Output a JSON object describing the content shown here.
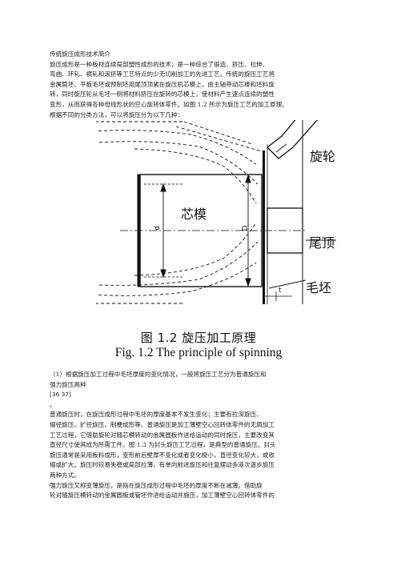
{
  "intro": {
    "lines": [
      "传统旋压成形技术简介",
      "旋压成形是一种板材连续局部塑性成形的技术；是一种综合了锻造、挤压、拉伸、",
      "弯曲、环轧、横轧和滚挤等工艺特点的少无切削加工的先进工艺。传统的旋压工艺将",
      "金属筒坯、平板毛坯或预制坯用尾顶顶紧在旋压机芯模上，由主轴带动芯棒和坯料旋",
      "转，同时旋压轮从毛坯一侧将材料挤压在旋转的芯模上，使材料产生逐点连续的塑性",
      "变形，从而获得各种母线形状的空心旋转体零件。如图  1.2  所示为旋压工艺的加工原理。",
      "根据不同的分类方法，可以将旋压分为以下几种："
    ]
  },
  "figure": {
    "labels": {
      "mandrel": "芯模",
      "roller": "旋轮",
      "tailstock": "尾顶",
      "blank": "毛坯",
      "d_symbol": "d",
      "D_symbol": "D",
      "t_symbol": "t"
    },
    "caption_zh": "图 1.2    旋压加工原理",
    "caption_en": "Fig. 1.2    The principle of spinning"
  },
  "body": {
    "item1_lines": [
      "（1）根据旋压加工过程中毛坯厚度的变化情况，一般将旋压工艺分为普通旋压和",
      "强力旋压两种"
    ],
    "ref": "[36 37]",
    "ref_dot": "。",
    "para_lines": [
      "普通旋压时，在旋压成形过程中毛坯的厚度基本不发生变化；主要有拉深旋压、",
      "缩径旋压、扩径旋压、制梗成形等。普通旋压是加工薄壁空心回转体零件的无屑加工",
      "工艺过程，它借助旋轮对随芯模转动的金属圆板作进给运动的同时施压，主要改变其",
      "直径尺寸使其成为所需工件。图  1.3  为封头旋压工艺过程，是典型的普通旋压。封头",
      "旋压通常是采用板料成形，变形前后壁厚不变化或者变化极小，直径变化较大，或收",
      "缩或扩大。旋压时较易失稳或局部拉薄，有单向前进旋压和往复摆动多道次逐步旋压",
      "两种方式。",
      "强力旋压又称变薄旋压，是指在旋压成形过程中毛坯的厚度不断在减薄。借助旋",
      "轮对随旋压模转动的金属圆板或管坯作进给运动并施压，加工薄壁空心回转体零件的"
    ]
  }
}
